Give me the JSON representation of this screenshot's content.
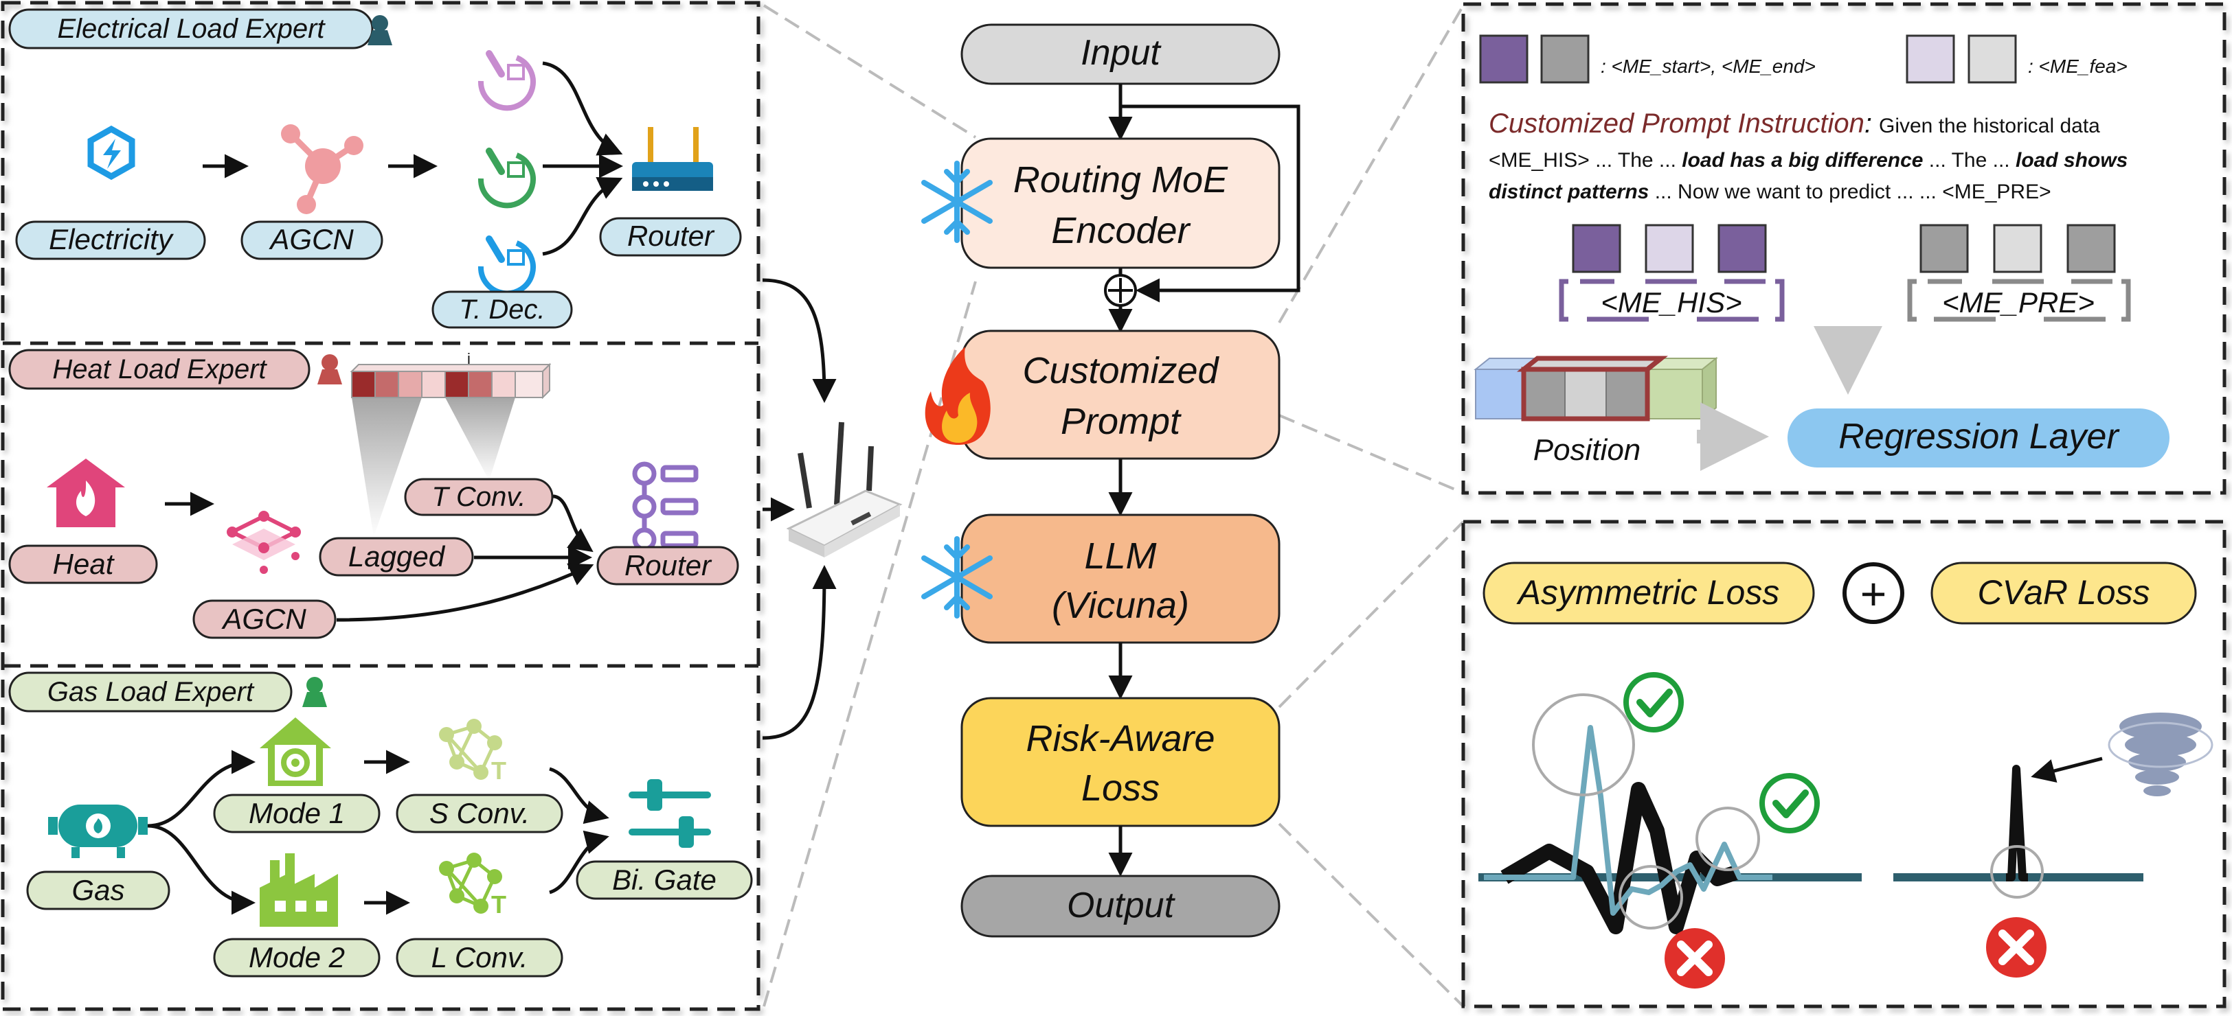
{
  "experts": {
    "electrical": {
      "title": "Electrical Load Expert",
      "input": "Electricity",
      "gcn": "AGCN",
      "decomp": "T. Dec.",
      "router": "Router"
    },
    "heat": {
      "title": "Heat Load Expert",
      "input": "Heat",
      "gcn": "AGCN",
      "lagged": "Lagged",
      "conv": "T Conv.",
      "router": "Router",
      "tick": "i"
    },
    "gas": {
      "title": "Gas Load Expert",
      "input": "Gas",
      "mode1": "Mode 1",
      "mode2": "Mode 2",
      "sconv": "S Conv.",
      "lconv": "L Conv.",
      "gate": "Bi. Gate"
    }
  },
  "pipeline": {
    "input": "Input",
    "routing_line1": "Routing MoE",
    "routing_line2": "Encoder",
    "prompt_line1": "Customized",
    "prompt_line2": "Prompt",
    "llm_line1": "LLM",
    "llm_line2": "(Vicuna)",
    "risk_line1": "Risk-Aware",
    "risk_line2": "Loss",
    "output": "Output"
  },
  "prompt_panel": {
    "legend1": ": <ME_start>,  <ME_end>",
    "legend2": ": <ME_fea>",
    "instruction_title": "Customized Prompt Instruction",
    "instruction_colon": ":",
    "line1_text": "Given the historical data",
    "line2_a": "<ME_HIS> ... The ... ",
    "line2_b": "load has a big difference",
    "line2_c": " ... The ... ",
    "line2_d": "load shows",
    "line3_a": "distinct patterns",
    "line3_b": " ... Now we want to predict ... ... <ME_PRE>",
    "his_label": "<ME_HIS>",
    "pre_label": "<ME_PRE>",
    "position": "Position",
    "regression": "Regression Layer"
  },
  "loss_panel": {
    "asym": "Asymmetric Loss",
    "cvar": "CVaR Loss",
    "plus": "+"
  },
  "colors": {
    "elec_fill": "#cde6f0",
    "heat_fill": "#e8c3c3",
    "gas_fill": "#dde9cc",
    "routing": "#fde9de",
    "prompt": "#fbd6c0",
    "llm": "#f6b98c",
    "risk": "#fcd55a",
    "io": "#d9d9d9",
    "output": "#a6a6a6",
    "loss_pill": "#fde68c",
    "regression": "#8cc7f0",
    "purple": "#7a609c",
    "lavender": "#ddd6e8",
    "grey": "#9e9e9e",
    "lightgrey": "#dddddd"
  }
}
